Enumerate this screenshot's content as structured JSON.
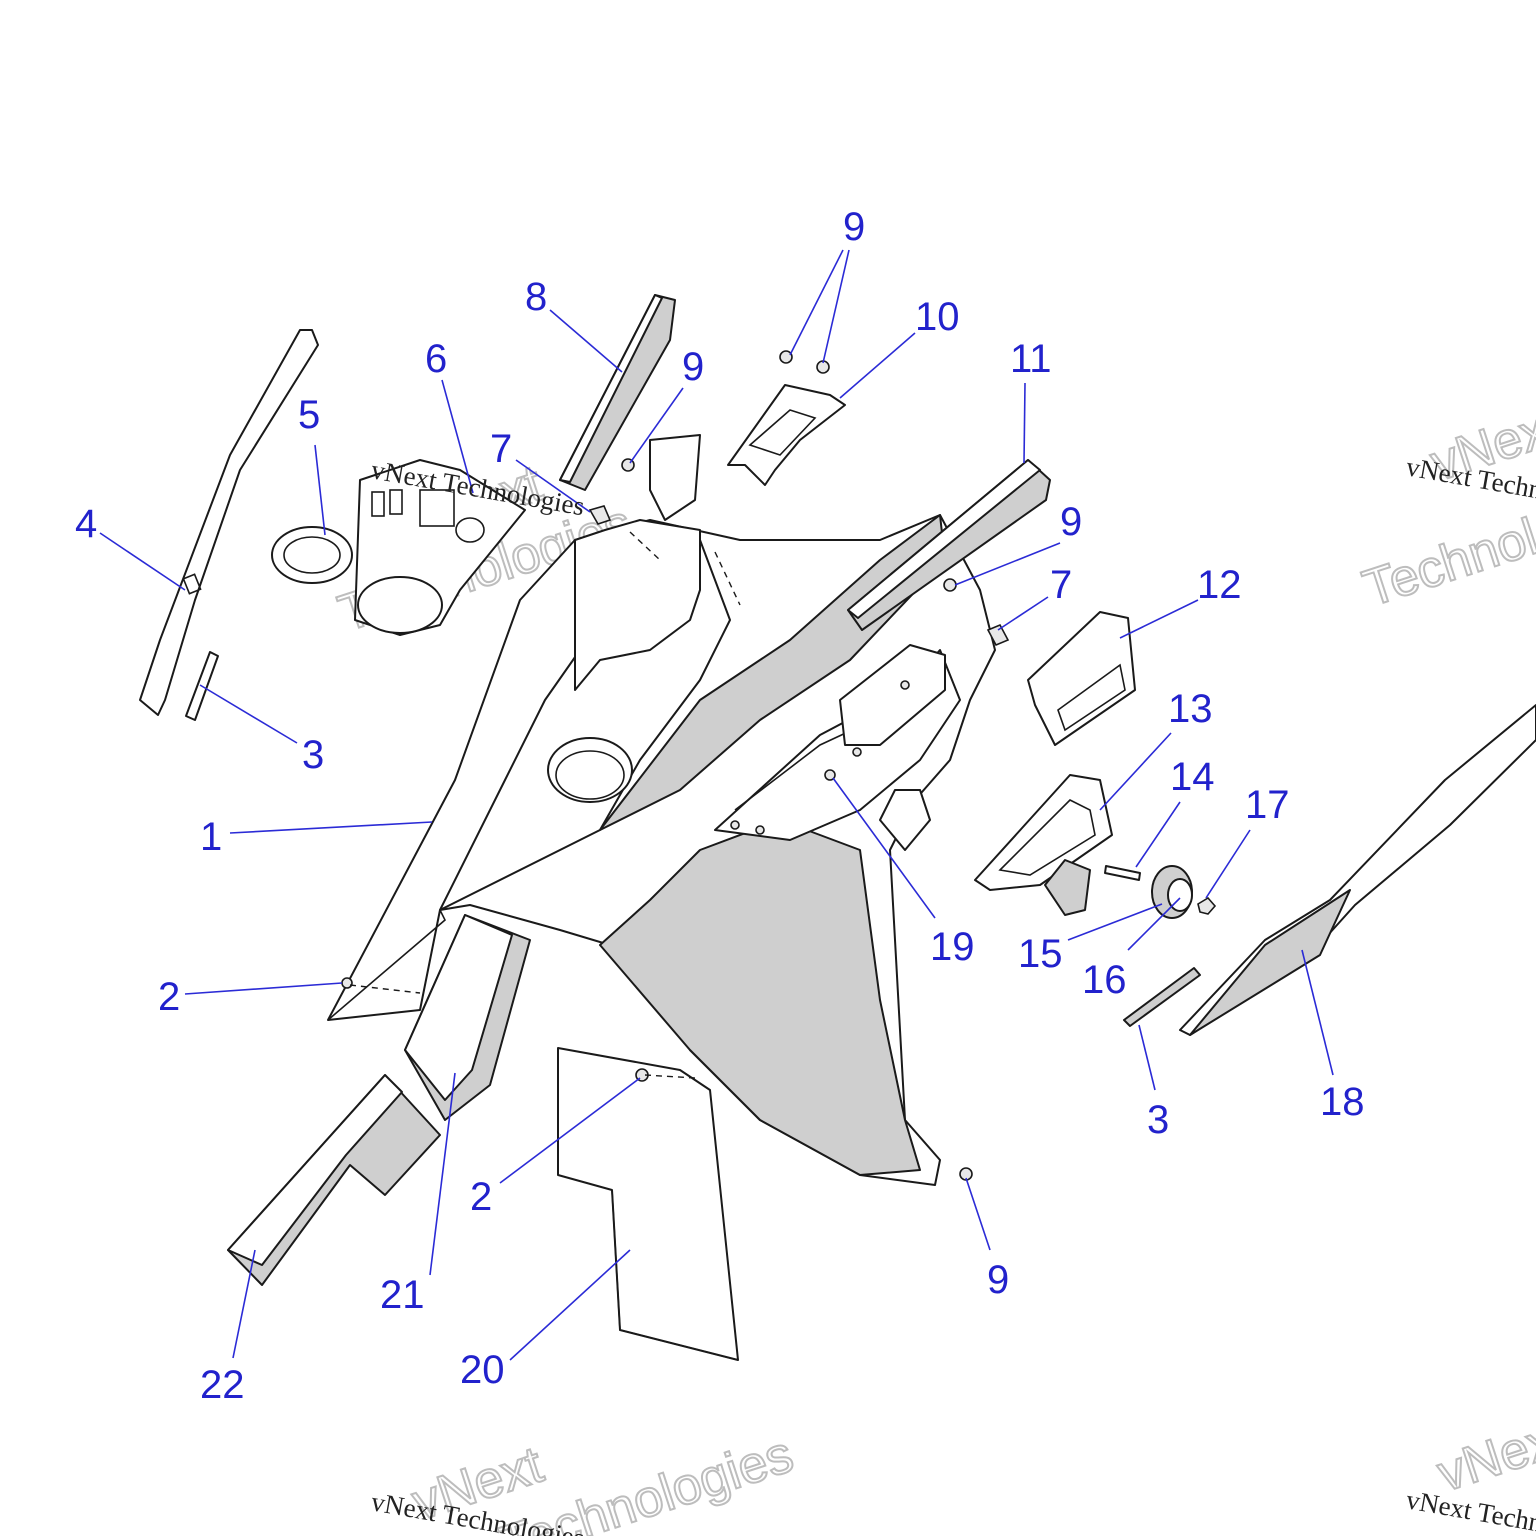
{
  "callouts": [
    {
      "label": "1"
    },
    {
      "label": "2"
    },
    {
      "label": "2"
    },
    {
      "label": "3"
    },
    {
      "label": "3"
    },
    {
      "label": "4"
    },
    {
      "label": "5"
    },
    {
      "label": "6"
    },
    {
      "label": "7"
    },
    {
      "label": "7"
    },
    {
      "label": "8"
    },
    {
      "label": "9"
    },
    {
      "label": "9"
    },
    {
      "label": "9"
    },
    {
      "label": "9"
    },
    {
      "label": "10"
    },
    {
      "label": "11"
    },
    {
      "label": "12"
    },
    {
      "label": "13"
    },
    {
      "label": "14"
    },
    {
      "label": "15"
    },
    {
      "label": "16"
    },
    {
      "label": "17"
    },
    {
      "label": "18"
    },
    {
      "label": "19"
    },
    {
      "label": "20"
    },
    {
      "label": "21"
    },
    {
      "label": "22"
    }
  ],
  "watermark": {
    "line": "vNext Technologies",
    "word1": "vNext",
    "word2": "Technologies"
  }
}
